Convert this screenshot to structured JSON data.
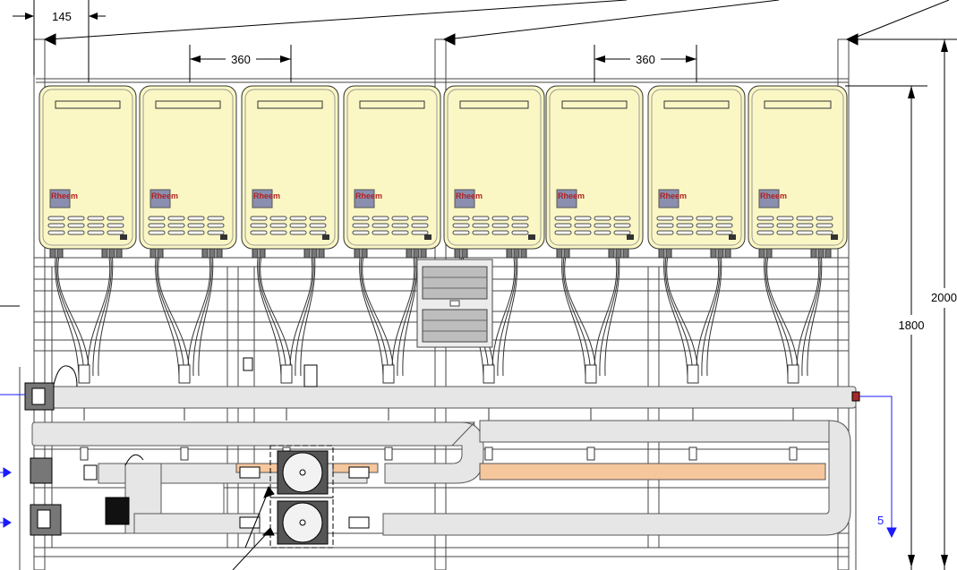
{
  "dimensions": {
    "heater_spacing_left": "145",
    "unit_pitch_left": "360",
    "unit_pitch_right": "360",
    "heater_height": "1800",
    "frame_height": "2000",
    "outlet_label": "5"
  },
  "heater": {
    "count": 8,
    "brand": "Rheem",
    "body_color": "#fbf7c4"
  },
  "colors": {
    "pipe": "#e6e6e6",
    "hot_pipe": "#f6c69c",
    "panel": "#d9d9d9",
    "arrow_blue": "#1a1aff"
  }
}
